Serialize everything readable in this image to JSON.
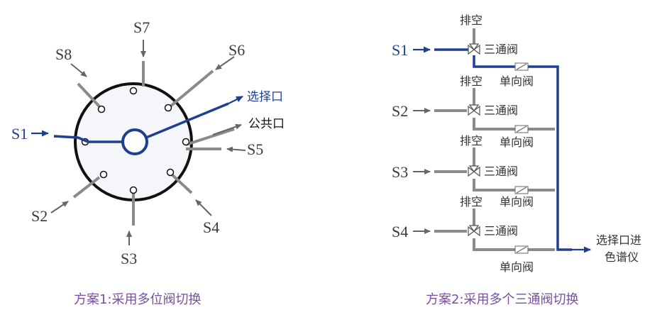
{
  "colors": {
    "blue": "#1f3f8f",
    "gray": "#8a8a8a",
    "caption": "#7a4fa0"
  },
  "left": {
    "caption": "方案1:采用多位阀切换",
    "ports": {
      "s1": "S1",
      "s2": "S2",
      "s3": "S3",
      "s4": "S4",
      "s5": "S5",
      "s6": "S6",
      "s7": "S7",
      "s8": "S8"
    },
    "select_port": "选择口",
    "common_port": "公共口"
  },
  "right": {
    "caption": "方案2:采用多个三通阀切换",
    "streams": [
      "S1",
      "S2",
      "S3",
      "S4"
    ],
    "vent": "排空",
    "three_way_valve": "三通阀",
    "check_valve": "单向阀",
    "outlet_line1": "选择口进",
    "outlet_line2": "色谱仪"
  }
}
